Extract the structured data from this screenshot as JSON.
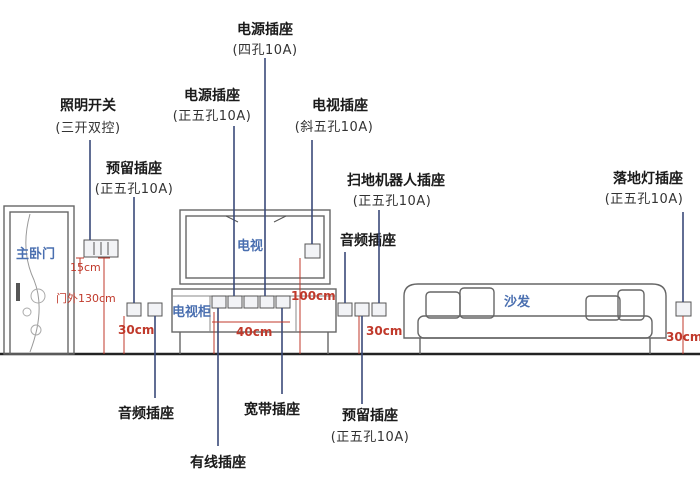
{
  "labels": {
    "power_top": {
      "title": "电源插座",
      "sub": "(四孔10A)"
    },
    "power_left": {
      "title": "电源插座",
      "sub": "(正五孔10A)"
    },
    "tv_socket": {
      "title": "电视插座",
      "sub": "(斜五孔10A)"
    },
    "light_switch": {
      "title": "照明开关",
      "sub": "(三开双控)"
    },
    "reserved_left": {
      "title": "预留插座",
      "sub": "(正五孔10A)"
    },
    "robot": {
      "title": "扫地机器人插座",
      "sub": "(正五孔10A)"
    },
    "audio_right": {
      "title": "音频插座"
    },
    "floor_lamp": {
      "title": "落地灯插座",
      "sub": "(正五孔10A)"
    },
    "audio_bottom": {
      "title": "音频插座"
    },
    "broadband": {
      "title": "宽带插座"
    },
    "reserved_bottom": {
      "title": "预留插座",
      "sub": "(正五孔10A)"
    },
    "cable": {
      "title": "有线插座"
    }
  },
  "furniture": {
    "door": "主卧门",
    "tv": "电视",
    "tv_cabinet": "电视柜",
    "sofa": "沙发"
  },
  "dimensions": {
    "d15": "15cm",
    "door_outside": "门外130cm",
    "d30_left": "30cm",
    "d40": "40cm",
    "d100": "100cm",
    "d30_mid": "30cm",
    "d30_right": "30cm"
  },
  "colors": {
    "leader": "#3a4a7a",
    "dimension": "#c0392b",
    "furniture_label": "#4a6fb0"
  }
}
